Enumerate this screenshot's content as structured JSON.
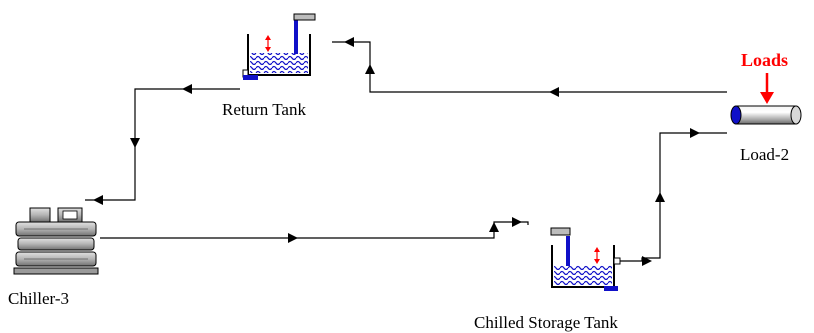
{
  "nodes": {
    "return_tank": {
      "label": "Return Tank"
    },
    "load": {
      "label": "Load-2"
    },
    "chiller": {
      "label": "Chiller-3"
    },
    "storage_tank": {
      "label": "Chilled Storage Tank"
    }
  },
  "annotations": {
    "loads": {
      "label": "Loads",
      "color": "#ff0000"
    }
  },
  "colors": {
    "pipe": "#000000",
    "water": "#1010c8",
    "level_arrow": "#ff0000",
    "equipment": "#a0a0a0"
  },
  "edges": [
    {
      "from": "chiller",
      "to": "storage_tank"
    },
    {
      "from": "storage_tank",
      "to": "load"
    },
    {
      "from": "load",
      "to": "return_tank"
    },
    {
      "from": "return_tank",
      "to": "chiller"
    }
  ]
}
